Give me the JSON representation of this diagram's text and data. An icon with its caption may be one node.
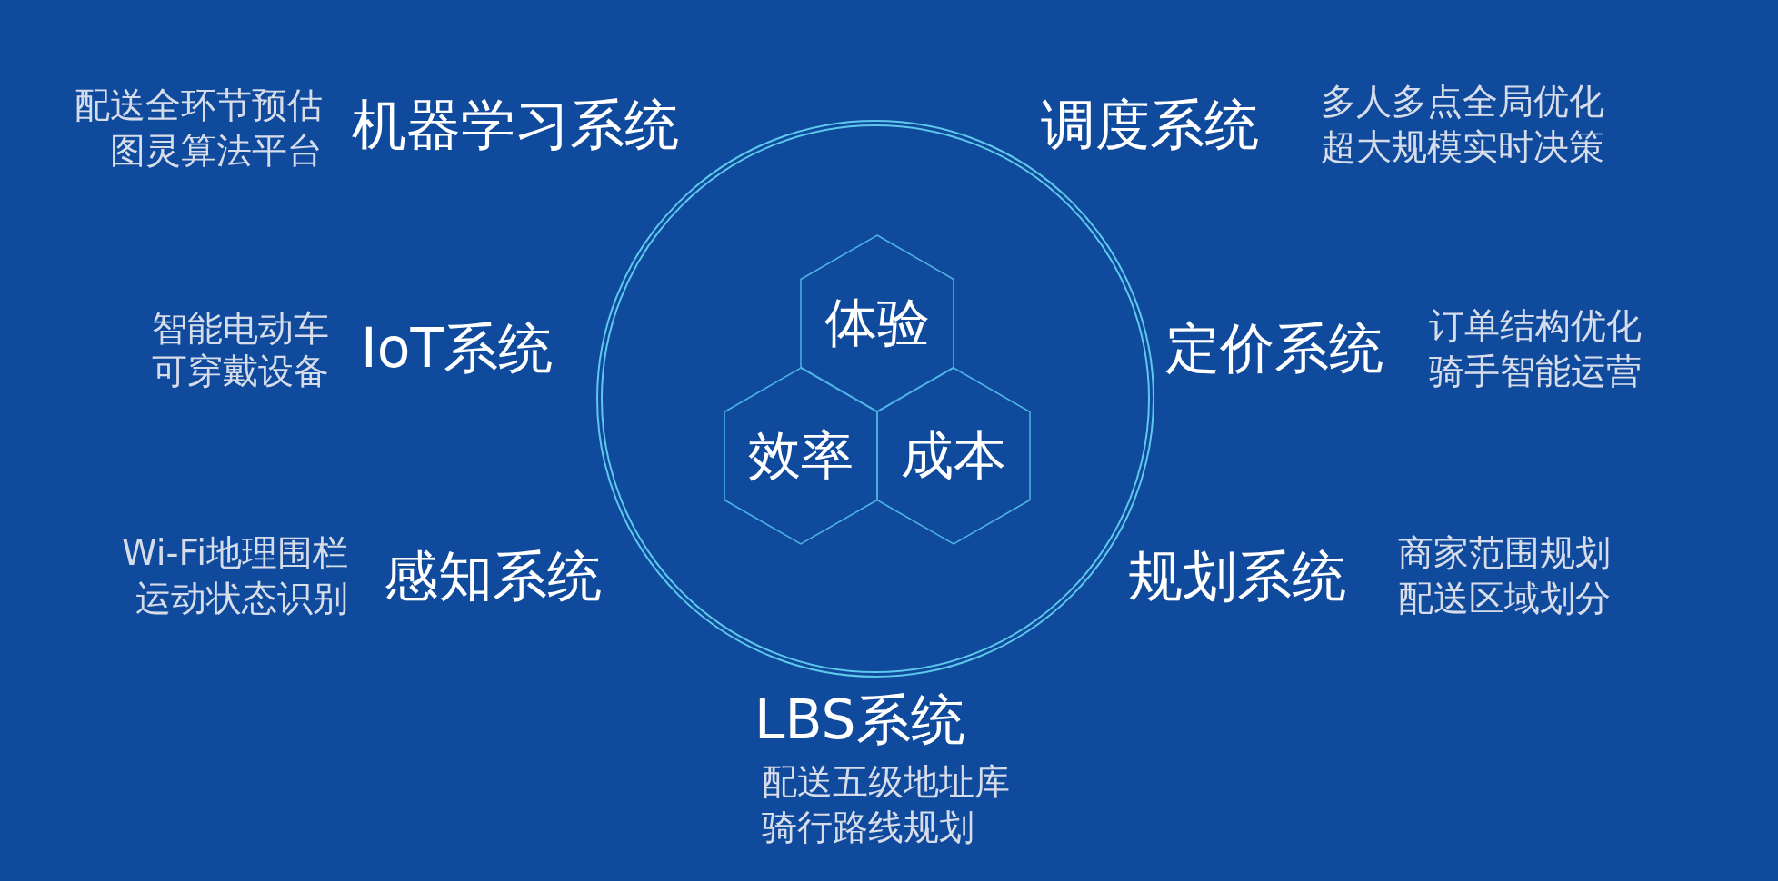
{
  "diagram": {
    "nodes": [
      {
        "text": [],
        "shape": "circle"
      },
      {
        "text": [
          "体验"
        ],
        "in": 0
      },
      {
        "text": [
          "效率"
        ],
        "in": 0
      },
      {
        "text": [
          "成本"
        ],
        "in": 0
      }
    ],
    "labels": [
      "配送全环节预估",
      "机器学习系统",
      "调度系统",
      "多人多点全局优化",
      "图灵算法平台",
      "超大规模实时决策",
      "智能电动车",
      "IoT系统",
      "定价系统",
      "订单结构优化",
      "可穿戴设备",
      "骑手智能运营",
      "Wi-Fi地理围栏",
      "感知系统",
      "规划系统",
      "商家范围规划",
      "运动状态识别",
      "配送区域划分",
      "LBS系统",
      "配送五级地址库",
      "骑行路线规划"
    ]
  }
}
